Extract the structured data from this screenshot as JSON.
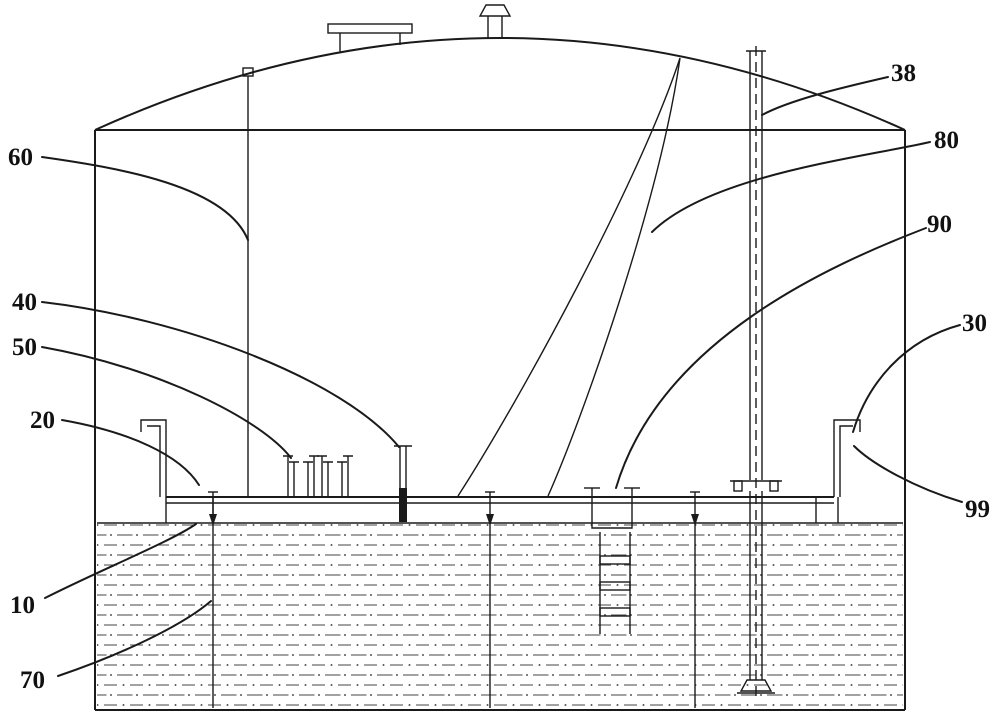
{
  "diagram_type": "storage-tank-patent-drawing",
  "colors": {
    "line": "#1a1a1a",
    "hatch": "#555555",
    "background": "#ffffff"
  },
  "labels": [
    {
      "id": "38",
      "text": "38",
      "target": "gauge-pipe"
    },
    {
      "id": "80",
      "text": "80",
      "target": "swing-line"
    },
    {
      "id": "90",
      "text": "90",
      "target": "gauge-well"
    },
    {
      "id": "30",
      "text": "30",
      "target": "rim-bracket-right"
    },
    {
      "id": "99",
      "text": "99",
      "target": "rim-bracket-right-lip"
    },
    {
      "id": "60",
      "text": "60",
      "target": "anti-rotation-pole"
    },
    {
      "id": "40",
      "text": "40",
      "target": "deck-rod"
    },
    {
      "id": "50",
      "text": "50",
      "target": "deck-clamps"
    },
    {
      "id": "20",
      "text": "20",
      "target": "rim-bracket-left"
    },
    {
      "id": "10",
      "text": "10",
      "target": "deck-rim-left"
    },
    {
      "id": "70",
      "text": "70",
      "target": "deck-leg"
    }
  ]
}
